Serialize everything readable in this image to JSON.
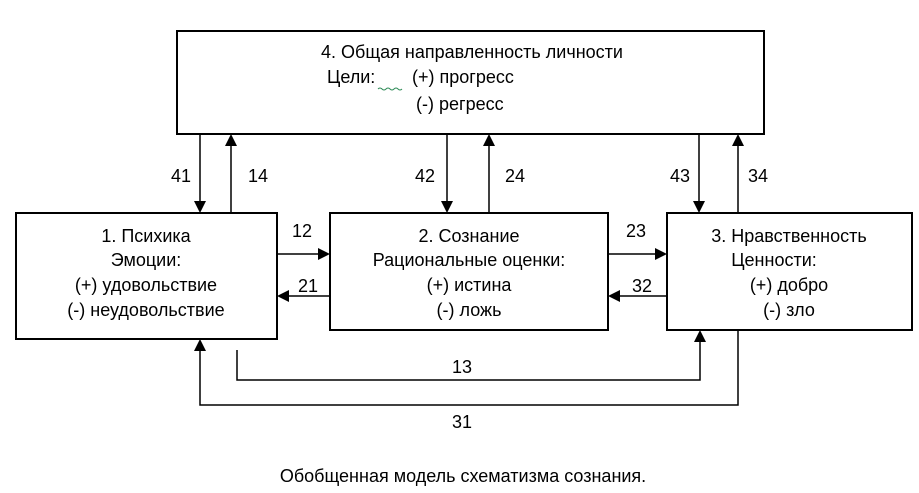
{
  "top_box": {
    "title": "4. Общая направленность личности",
    "goals_label": "Цели:",
    "plus": "(+) прогресс",
    "minus": "(-) регресс"
  },
  "box1": {
    "title": "1. Психика",
    "subtitle": "Эмоции:",
    "plus": "(+) удовольствие",
    "minus": "(-) неудовольствие"
  },
  "box2": {
    "title": "2. Сознание",
    "subtitle": "Рациональные оценки:",
    "plus": "(+) истина",
    "minus": "(-) ложь"
  },
  "box3": {
    "title": "3. Нравственность",
    "subtitle": "Ценности:",
    "plus": "(+) добро",
    "minus": "(-) зло"
  },
  "arrows": {
    "a41": "41",
    "a14": "14",
    "a42": "42",
    "a24": "24",
    "a43": "43",
    "a34": "34",
    "a12": "12",
    "a21": "21",
    "a23": "23",
    "a32": "32",
    "a13": "13",
    "a31": "31"
  },
  "caption": "Обобщенная модель схематизма сознания."
}
